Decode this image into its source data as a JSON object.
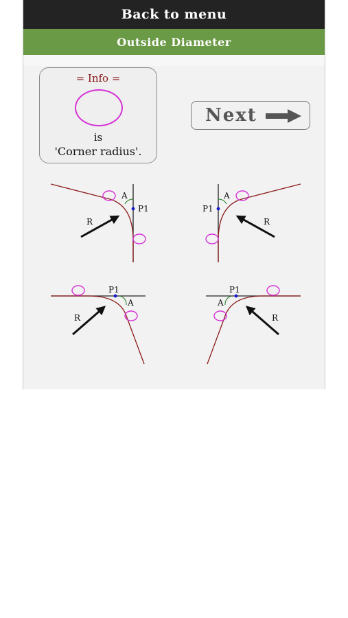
{
  "header": {
    "back_label": "Back to menu"
  },
  "subheader": {
    "title": "Outside Diameter"
  },
  "info": {
    "title": "= Info =",
    "is_text": "is",
    "description": "'Corner radius'."
  },
  "next_button": {
    "label": "Next",
    "icon": "right-arrow-icon"
  },
  "diagram_labels": {
    "angle": "A",
    "point": "P1",
    "radius": "R"
  },
  "colors": {
    "header_bg": "#232323",
    "subheader_bg": "#6b9a46",
    "curve": "#8b1a1a",
    "corner_circle": "#d633d6",
    "point": "#1a1acc"
  }
}
